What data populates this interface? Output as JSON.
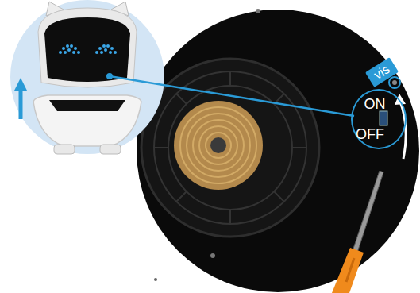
{
  "diagram": {
    "nodes": [
      {
        "text": [
          "vis"
        ]
      },
      {
        "text": [
          "ON",
          "OFF"
        ]
      }
    ]
  }
}
